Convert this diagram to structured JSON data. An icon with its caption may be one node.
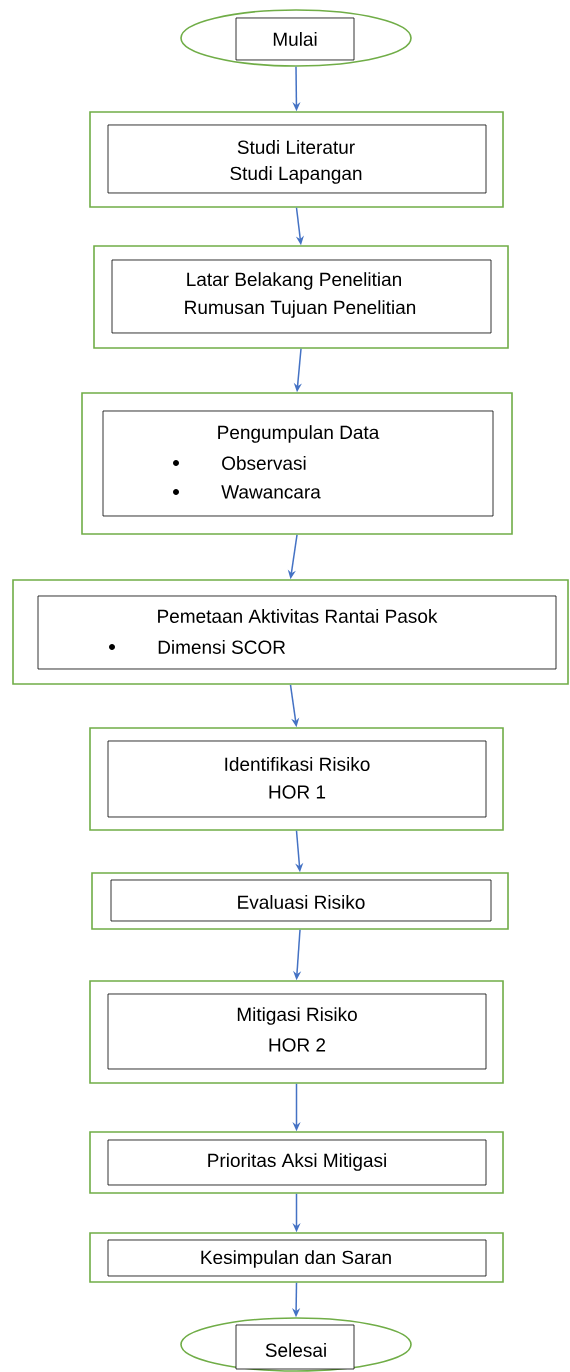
{
  "diagram": {
    "nodes": [
      {
        "text": [],
        "shape": "ellipse"
      },
      {
        "text": [
          "Mulai"
        ],
        "in": 0
      },
      {
        "text": [],
        "shape": "box"
      },
      {
        "text": [
          "Studi Literatur",
          "Studi Lapangan"
        ],
        "in": 2
      },
      {
        "text": [],
        "shape": "box"
      },
      {
        "text": [
          "Latar Belakang Penelitian",
          "Rumusan Tujuan Penelitian"
        ],
        "in": 4
      },
      {
        "text": [],
        "shape": "box"
      },
      {
        "text": [
          "Pengumpulan Data",
          "Observasi",
          "Wawancara"
        ],
        "in": 6
      },
      {
        "text": [],
        "shape": "box"
      },
      {
        "text": [
          "Pemetaan Aktivitas Rantai Pasok",
          "Dimensi SCOR"
        ],
        "in": 8
      },
      {
        "text": [],
        "shape": "box"
      },
      {
        "text": [
          "Identifikasi Risiko",
          "HOR 1"
        ],
        "in": 10
      },
      {
        "text": [],
        "shape": "box"
      },
      {
        "text": [
          "Evaluasi Risiko"
        ],
        "in": 12
      },
      {
        "text": [],
        "shape": "box"
      },
      {
        "text": [
          "Mitigasi Risiko",
          "HOR 2"
        ],
        "in": 14
      },
      {
        "text": [],
        "shape": "box"
      },
      {
        "text": [
          "Prioritas Aksi Mitigasi"
        ],
        "in": 16
      },
      {
        "text": [],
        "shape": "box"
      },
      {
        "text": [
          "Kesimpulan dan Saran"
        ],
        "in": 18
      },
      {
        "text": [],
        "shape": "ellipse"
      },
      {
        "text": [
          "Selesai"
        ],
        "in": 20
      }
    ],
    "edges": [
      {
        "from": 0,
        "to": 2,
        "arrow": "to"
      },
      {
        "from": 2,
        "to": 4,
        "arrow": "to"
      },
      {
        "from": 4,
        "to": 6,
        "arrow": "to"
      },
      {
        "from": 6,
        "to": 8,
        "arrow": "to"
      },
      {
        "from": 8,
        "to": 10,
        "arrow": "to"
      },
      {
        "from": 10,
        "to": 12,
        "arrow": "to"
      },
      {
        "from": 12,
        "to": 14,
        "arrow": "to"
      },
      {
        "from": 14,
        "to": 16,
        "arrow": "to"
      },
      {
        "from": 16,
        "to": 18,
        "arrow": "to"
      },
      {
        "from": 18,
        "to": 20,
        "arrow": "to"
      }
    ]
  }
}
